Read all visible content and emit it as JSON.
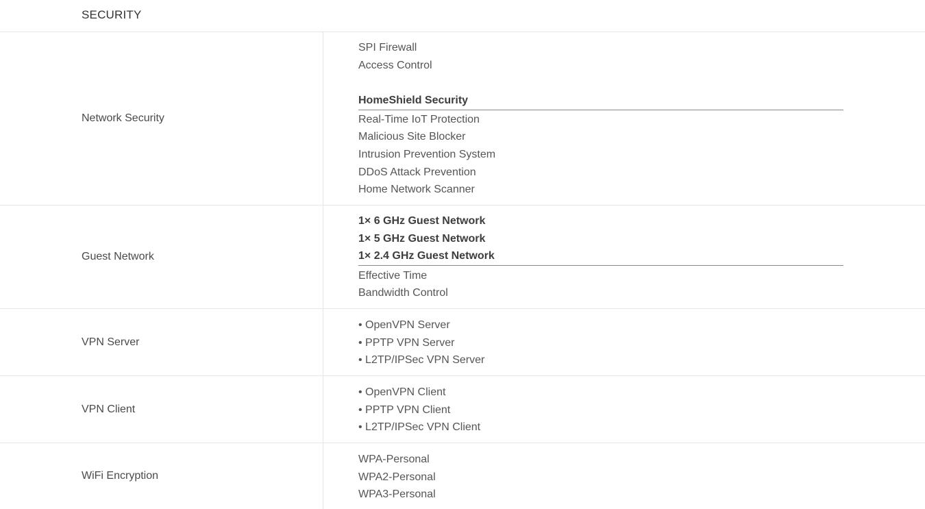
{
  "section": {
    "title": "SECURITY"
  },
  "rows": [
    {
      "label": "Network Security",
      "lines": [
        "SPI Firewall",
        "Access Control"
      ],
      "heading": "HomeShield Security",
      "sublines": [
        "Real-Time IoT Protection",
        "Malicious Site Blocker",
        "Intrusion Prevention System",
        "DDoS Attack Prevention",
        "Home Network Scanner"
      ]
    },
    {
      "label": "Guest Network",
      "bold_lines": [
        "1× 6 GHz Guest Network",
        "1× 5 GHz Guest Network",
        "1× 2.4 GHz Guest Network"
      ],
      "sublines": [
        "Effective Time",
        "Bandwidth Control"
      ]
    },
    {
      "label": "VPN Server",
      "lines": [
        "• OpenVPN Server",
        "• PPTP VPN Server",
        "• L2TP/IPSec VPN Server"
      ]
    },
    {
      "label": "VPN Client",
      "lines": [
        "• OpenVPN Client",
        "• PPTP VPN Client",
        "• L2TP/IPSec VPN Client"
      ]
    },
    {
      "label": "WiFi Encryption",
      "lines": [
        "WPA-Personal",
        "WPA2-Personal",
        "WPA3-Personal"
      ]
    }
  ]
}
